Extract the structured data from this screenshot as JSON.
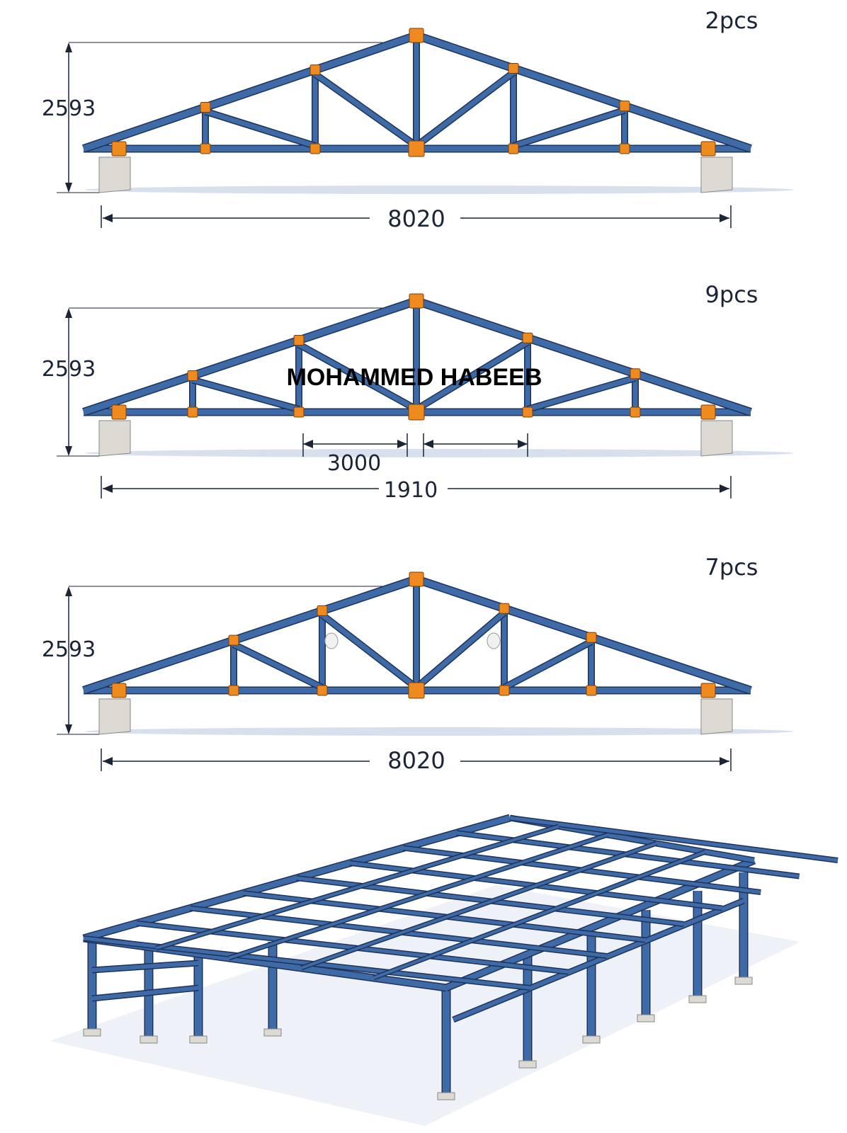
{
  "colors": {
    "steel": "#3f6aa8",
    "steel_dark": "#1d3358",
    "plate": "#ef8a1f",
    "concrete": "#dcdad2",
    "dim": "#1b2536"
  },
  "trusses": [
    {
      "qty": "2pcs",
      "height": "2593",
      "span": "8020"
    },
    {
      "qty": "9pcs",
      "height": "2593",
      "span": "1910",
      "panel": "3000"
    },
    {
      "qty": "7pcs",
      "height": "2593",
      "span": "8020"
    }
  ],
  "watermark": "MOHAMMED HABEEB"
}
